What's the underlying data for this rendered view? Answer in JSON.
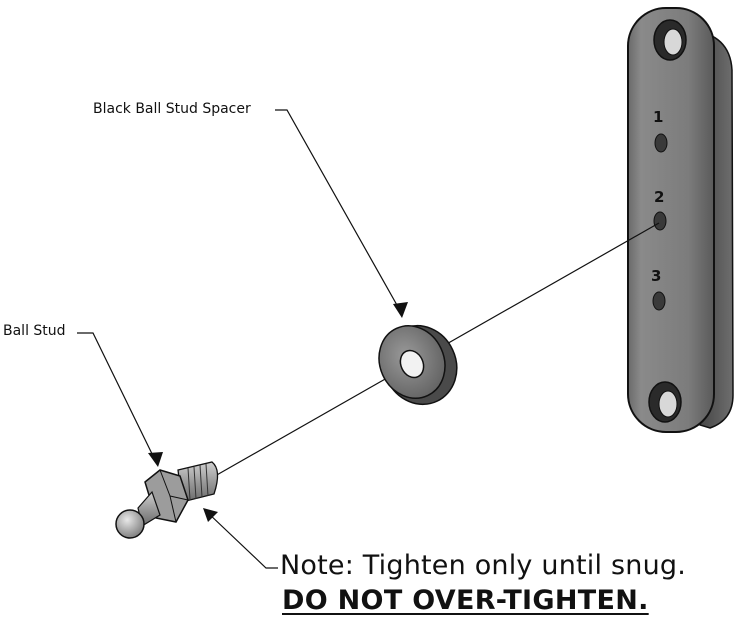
{
  "labels": {
    "spacer": "Black Ball Stud Spacer",
    "ball_stud": "Ball Stud"
  },
  "bracket": {
    "hole_numbers": [
      "1",
      "2",
      "3"
    ]
  },
  "note": {
    "line1": "Note: Tighten only until snug.",
    "line2": "DO NOT OVER-TIGHTEN."
  }
}
